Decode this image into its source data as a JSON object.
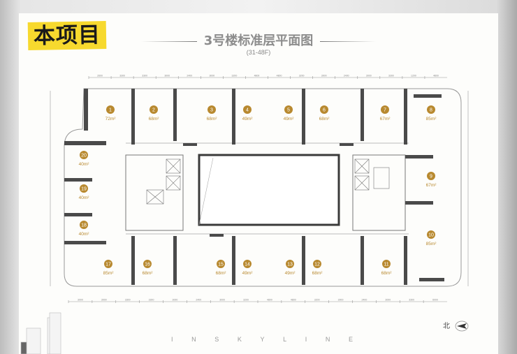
{
  "badge": "本项目",
  "title": "3号楼标准层平面图",
  "subtitle": "(31-48F)",
  "brand_letters": [
    "I",
    "N",
    "S",
    "K",
    "Y",
    "L",
    "I",
    "N",
    "E"
  ],
  "north_label": "北",
  "colors": {
    "badge": "#f7d92e",
    "unit_badge": "#b8892f",
    "wall": "#4a4a4a"
  },
  "dims_top": [
    "2600",
    "3300",
    "3300",
    "3000",
    "2400",
    "3000",
    "3200",
    "4800",
    "4800",
    "3200",
    "3000",
    "2400",
    "3000",
    "3300",
    "1200",
    "4800"
  ],
  "dims_bottom": [
    "3000",
    "3000",
    "3300",
    "3300",
    "3000",
    "2400",
    "3000",
    "3200",
    "4800",
    "4800",
    "3200",
    "3000",
    "2400",
    "3000",
    "3300",
    "6000"
  ],
  "units": [
    {
      "no": "1",
      "area": "72m²"
    },
    {
      "no": "2",
      "area": "68m²"
    },
    {
      "no": "3",
      "area": "68m²"
    },
    {
      "no": "4",
      "area": "49m²"
    },
    {
      "no": "5",
      "area": "49m²"
    },
    {
      "no": "6",
      "area": "68m²"
    },
    {
      "no": "7",
      "area": "67m²"
    },
    {
      "no": "8",
      "area": "85m²"
    },
    {
      "no": "9",
      "area": "67m²"
    },
    {
      "no": "10",
      "area": "85m²"
    },
    {
      "no": "11",
      "area": "68m²"
    },
    {
      "no": "12",
      "area": "68m²"
    },
    {
      "no": "13",
      "area": "49m²"
    },
    {
      "no": "14",
      "area": "49m²"
    },
    {
      "no": "15",
      "area": "68m²"
    },
    {
      "no": "16",
      "area": "68m²"
    },
    {
      "no": "17",
      "area": "85m²"
    },
    {
      "no": "18",
      "area": "40m²"
    },
    {
      "no": "19",
      "area": "40m²"
    },
    {
      "no": "20",
      "area": "40m²"
    }
  ]
}
